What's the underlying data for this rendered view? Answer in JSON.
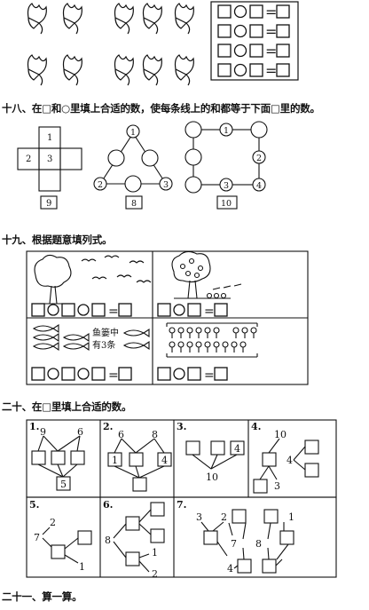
{
  "s17": {
    "equation": [
      "□",
      "○",
      "□",
      "=",
      "□"
    ]
  },
  "s18": {
    "heading": "十八、在□和○里填上合适的数，使每条线上的和都等于下面□里的数。",
    "cross": {
      "top": "1",
      "left": "2",
      "center": "3",
      "target": "9"
    },
    "triangle": {
      "top": "1",
      "left": "2",
      "right": "3",
      "target": "8"
    },
    "square": {
      "top_mid": "1",
      "right_mid": "2",
      "bottom_mid": "3",
      "corner": "4",
      "target": "10"
    }
  },
  "s19": {
    "heading": "十九、根据题意填列式。",
    "fish_text_1": "鱼篓中",
    "fish_text_2": "有3条",
    "equation": [
      "□",
      "○",
      "□",
      "○",
      "□",
      "=",
      "□"
    ],
    "equation_short": [
      "□",
      "○",
      "□",
      "=",
      "□"
    ]
  },
  "s20": {
    "heading": "二十、在□里填上合适的数。",
    "p1": {
      "label": "1.",
      "n1": "9",
      "n2": "6",
      "bottom": "5"
    },
    "p2": {
      "label": "2.",
      "n1": "6",
      "n2": "8",
      "left": "1",
      "right": "4"
    },
    "p3": {
      "label": "3.",
      "right": "4",
      "bottom": "10"
    },
    "p4": {
      "label": "4.",
      "top": "10",
      "mid": "4",
      "bottom": "3"
    },
    "p5": {
      "label": "5.",
      "left": "7",
      "top": "2",
      "bottom": "1"
    },
    "p6": {
      "label": "6.",
      "left": "8",
      "mid": "1",
      "bottom": "2"
    },
    "p7": {
      "label": "7.",
      "a": "3",
      "b": "2",
      "c": "1",
      "d": "7",
      "e": "8",
      "f": "4"
    }
  },
  "s21": {
    "heading": "二十一、算一算。"
  }
}
